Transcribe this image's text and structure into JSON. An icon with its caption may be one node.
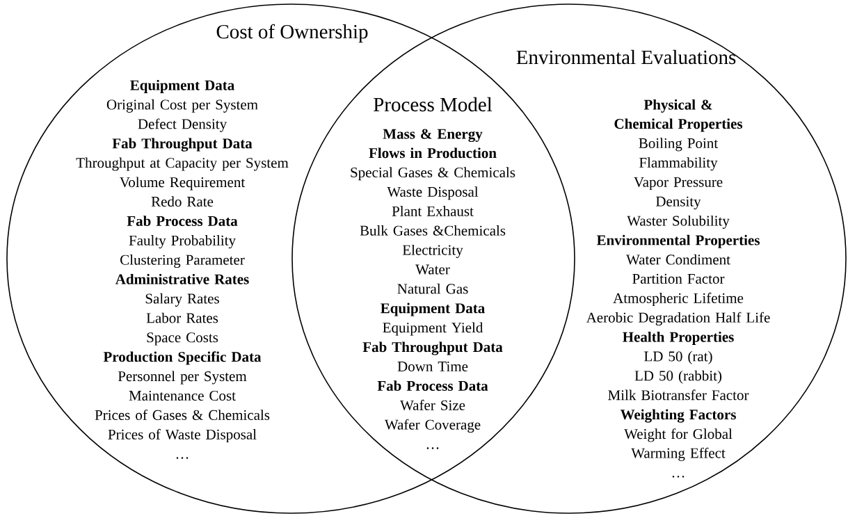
{
  "diagram": {
    "nodes": [
      {
        "text": [
          "Cost of Ownership",
          "Equipment Data",
          "Original Cost per System",
          "Defect Density",
          "Fab Throughput Data",
          "Throughput at Capacity per System",
          "Volume Requirement",
          "Redo Rate",
          "Fab Process Data",
          "Faulty Probability",
          "Clustering Parameter",
          "Administrative Rates",
          "Salary Rates",
          "Labor Rates",
          "Space Costs",
          "Production Specific Data",
          "Personnel per System",
          "Maintenance Cost",
          "Prices of Gases & Chemicals",
          "Prices of Waste Disposal",
          "…"
        ]
      },
      {
        "text": [
          "Process Model",
          "Mass & Energy Flows in Production",
          "Special Gases & Chemicals",
          "Waste Disposal",
          "Plant Exhaust",
          "Bulk Gases &Chemicals",
          "Electricity",
          "Water",
          "Natural Gas",
          "Equipment Data",
          "Equipment Yield",
          "Fab Throughput Data",
          "Down Time",
          "Fab Process Data",
          "Wafer Size",
          "Wafer Coverage",
          "…"
        ]
      },
      {
        "text": [
          "Environmental Evaluations",
          "Physical & Chemical Properties",
          "Boiling Point",
          "Flammability",
          "Vapor Pressure",
          "Density",
          "Waster Solubility",
          "Environmental Properties",
          "Water Condiment Partition Factor",
          "Atmospheric Lifetime",
          "Aerobic Degradation Half Life",
          "Health Properties",
          "LD 50 (rat)",
          "LD 50 (rabbit)",
          "Milk Biotransfer Factor",
          "Weighting Factors",
          "Weight for Global Warming Effect",
          "…"
        ]
      }
    ]
  }
}
